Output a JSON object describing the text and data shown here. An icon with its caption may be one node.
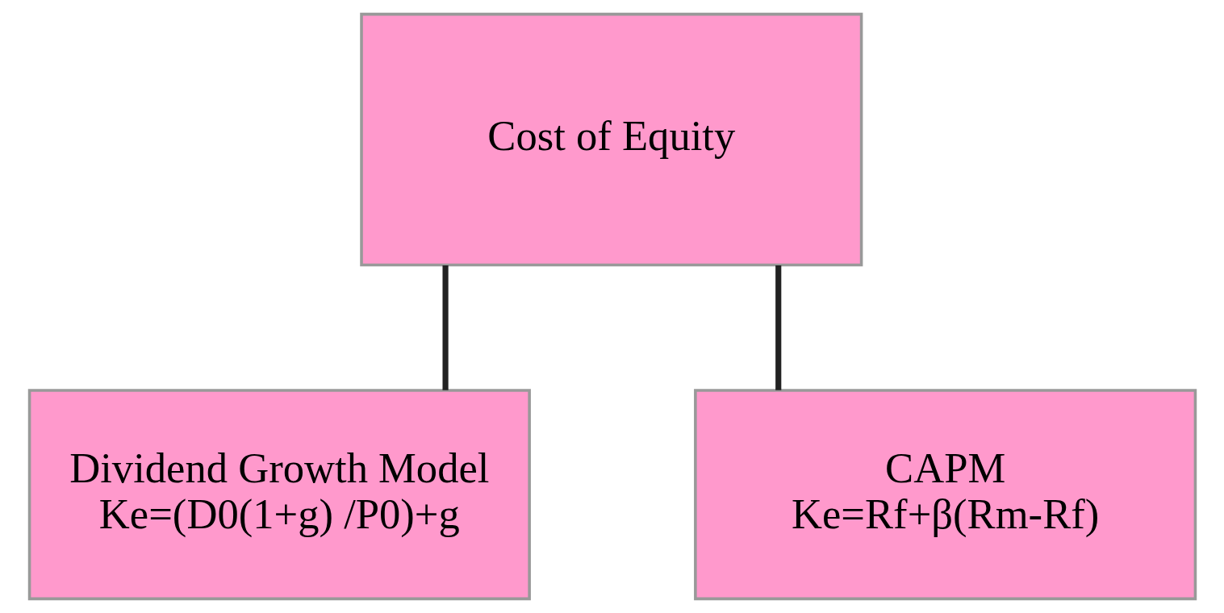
{
  "diagram": {
    "nodes": [
      {
        "text": [
          "Cost of Equity"
        ]
      },
      {
        "text": [
          "Dividend Growth Model",
          "Ke=(D0(1+g) /P0)+g"
        ]
      },
      {
        "text": [
          "CAPM",
          "Ke=Rf+β(Rm-Rf)"
        ]
      }
    ],
    "edges": [
      {
        "from": 0,
        "to": 1,
        "arrow": "none"
      },
      {
        "from": 0,
        "to": 2,
        "arrow": "none"
      }
    ]
  }
}
